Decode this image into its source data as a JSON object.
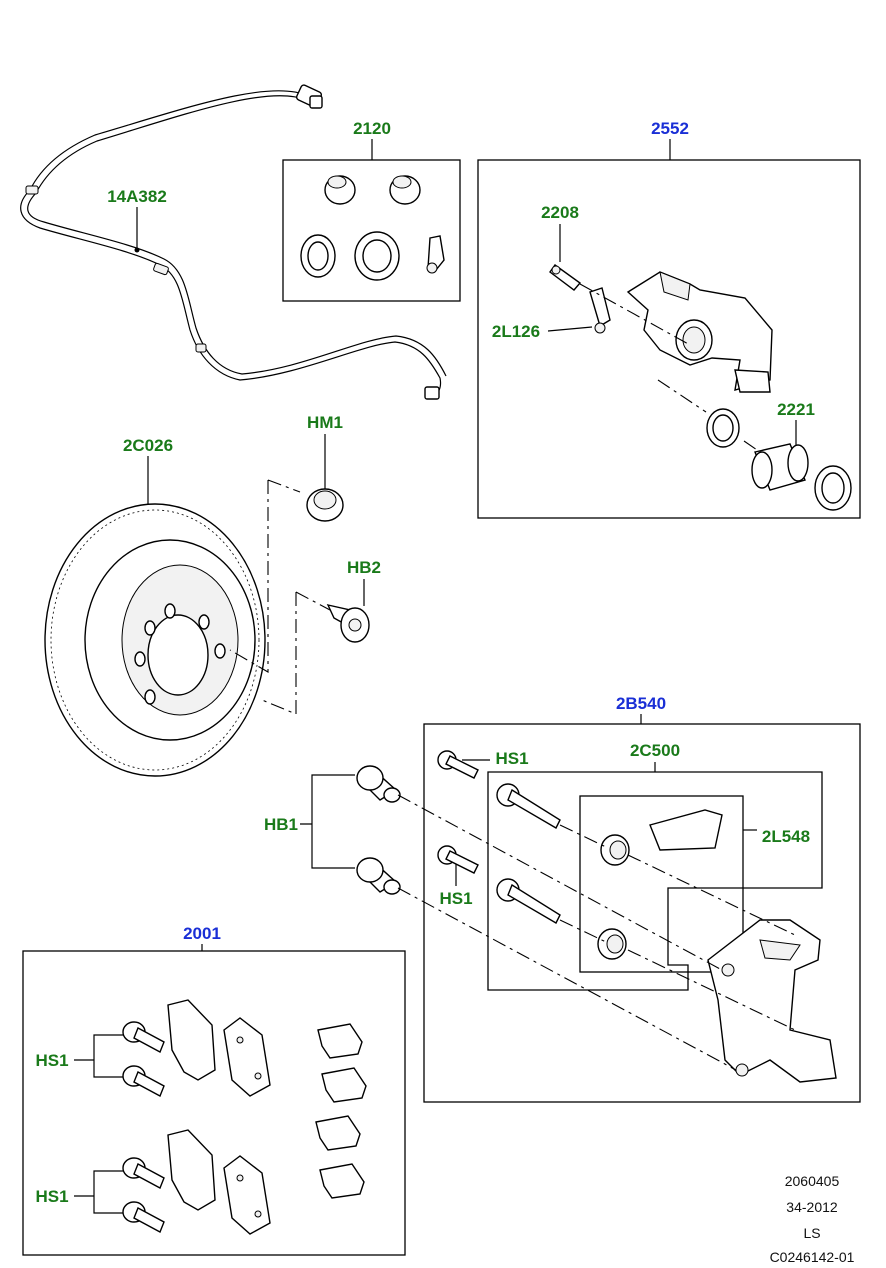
{
  "labels": {
    "sensor": "14A382",
    "seal_kit": "2120",
    "caliper": "2552",
    "bleed_screw": "2208",
    "bleed_cap": "2L126",
    "piston": "2221",
    "disc": "2C026",
    "hm1": "HM1",
    "hb2": "HB2",
    "carrier": "2B540",
    "guide_kit": "2C500",
    "hs1_a": "HS1",
    "hs1_b": "HS1",
    "hb1": "HB1",
    "grease": "2L548",
    "pad_kit": "2001",
    "hs1_c": "HS1",
    "hs1_d": "HS1"
  },
  "refs": {
    "line1": "2060405",
    "line2": "34-2012",
    "line3": "LS",
    "line4": "C0246142-01"
  },
  "colors": {
    "part_label": "#1a7a1a",
    "kit_label": "#1a2fd6"
  }
}
